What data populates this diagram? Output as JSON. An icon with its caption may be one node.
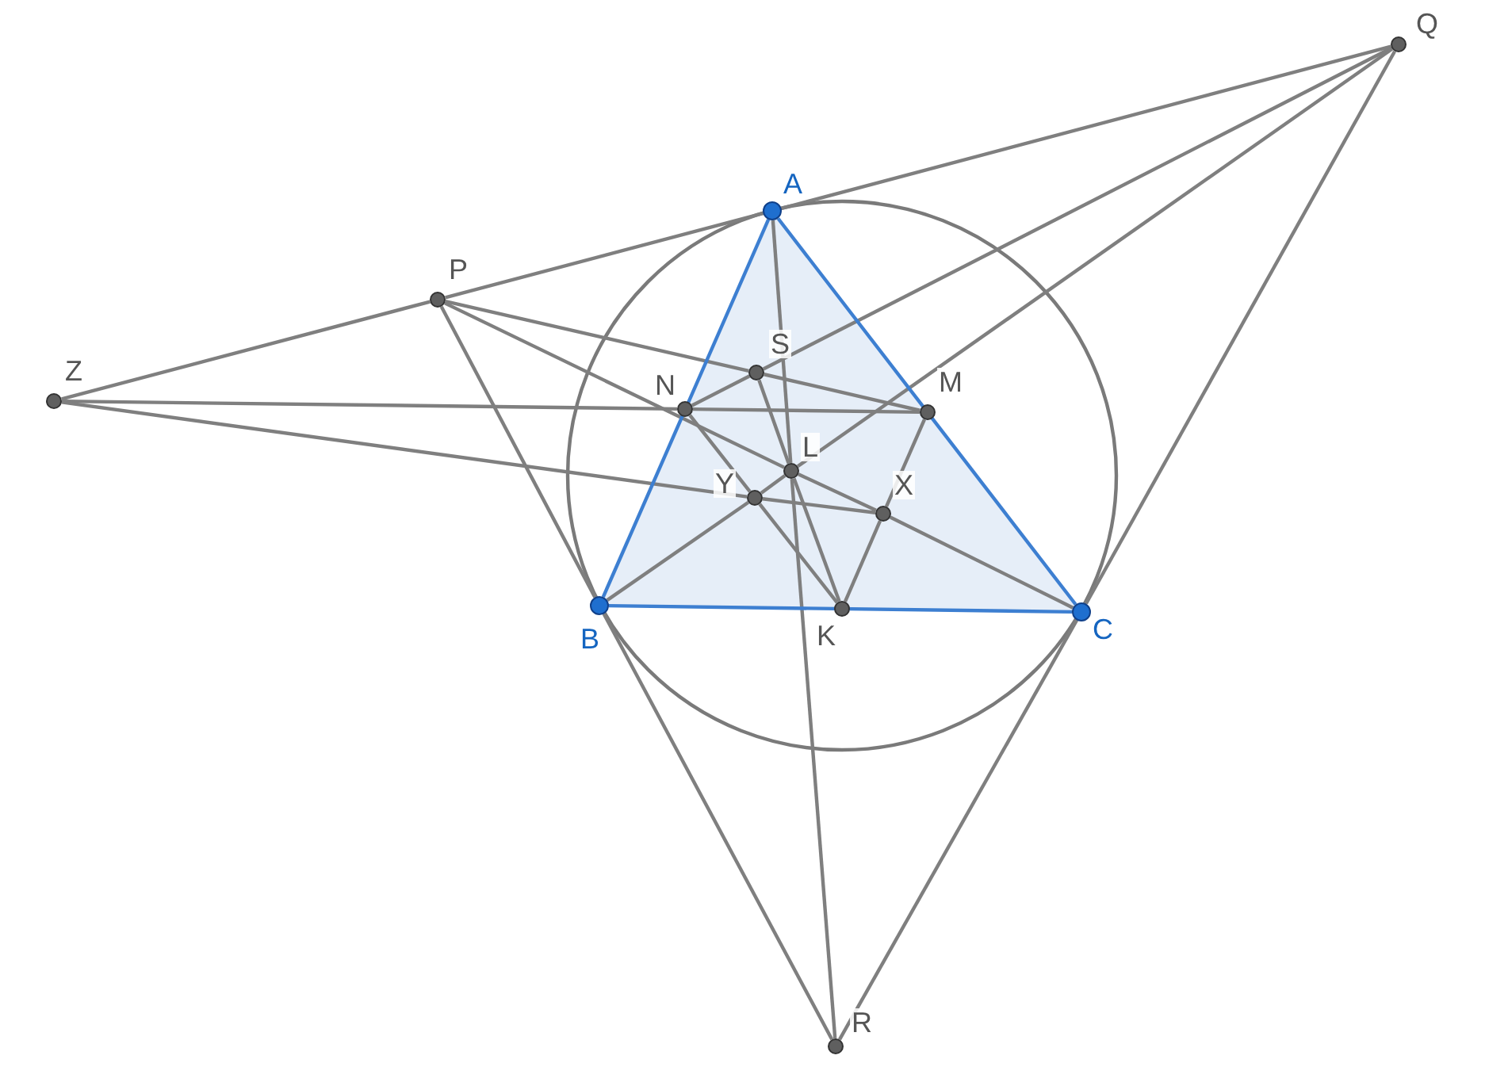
{
  "diagram": {
    "nodes": [
      {
        "text": [
          "Q"
        ]
      },
      {
        "text": [
          "A"
        ]
      },
      {
        "text": [
          "P"
        ]
      },
      {
        "text": [
          "S"
        ]
      },
      {
        "text": [
          "Z"
        ]
      },
      {
        "text": [
          "N"
        ]
      },
      {
        "text": [
          "M"
        ]
      },
      {
        "text": [
          "L"
        ]
      },
      {
        "text": [
          "X"
        ]
      },
      {
        "text": [
          "Y"
        ]
      },
      {
        "text": [
          "B"
        ]
      },
      {
        "text": [
          "K"
        ]
      },
      {
        "text": [
          "C"
        ]
      },
      {
        "text": [
          "R"
        ]
      }
    ],
    "edges": [
      {
        "from": 4,
        "to": 2,
        "arrow": "none"
      },
      {
        "from": 2,
        "to": 1,
        "arrow": "none"
      },
      {
        "from": 1,
        "to": 0,
        "arrow": "none"
      },
      {
        "from": 0,
        "to": 3,
        "arrow": "none"
      },
      {
        "from": 3,
        "to": 5,
        "arrow": "none"
      },
      {
        "from": 0,
        "to": 7,
        "arrow": "none"
      },
      {
        "from": 7,
        "to": 9,
        "arrow": "none"
      },
      {
        "from": 9,
        "to": 10,
        "arrow": "none"
      },
      {
        "from": 0,
        "to": 12,
        "arrow": "none"
      },
      {
        "from": 12,
        "to": 13,
        "arrow": "none"
      },
      {
        "from": 2,
        "to": 10,
        "arrow": "none"
      },
      {
        "from": 10,
        "to": 13,
        "arrow": "none"
      },
      {
        "from": 2,
        "to": 3,
        "arrow": "none"
      },
      {
        "from": 3,
        "to": 6,
        "arrow": "none"
      },
      {
        "from": 2,
        "to": 7,
        "arrow": "none"
      },
      {
        "from": 7,
        "to": 8,
        "arrow": "none"
      },
      {
        "from": 8,
        "to": 12,
        "arrow": "none"
      },
      {
        "from": 4,
        "to": 5,
        "arrow": "none"
      },
      {
        "from": 5,
        "to": 6,
        "arrow": "none"
      },
      {
        "from": 4,
        "to": 9,
        "arrow": "none"
      },
      {
        "from": 9,
        "to": 8,
        "arrow": "none"
      },
      {
        "from": 1,
        "to": 7,
        "arrow": "none"
      },
      {
        "from": 7,
        "to": 13,
        "arrow": "none"
      },
      {
        "from": 3,
        "to": 7,
        "arrow": "none"
      },
      {
        "from": 7,
        "to": 11,
        "arrow": "none"
      },
      {
        "from": 5,
        "to": 9,
        "arrow": "none"
      },
      {
        "from": 9,
        "to": 11,
        "arrow": "none"
      },
      {
        "from": 6,
        "to": 8,
        "arrow": "none"
      },
      {
        "from": 8,
        "to": 11,
        "arrow": "none"
      },
      {
        "from": 1,
        "to": 10,
        "arrow": "none",
        "color": "#3d7fd1"
      },
      {
        "from": 10,
        "to": 12,
        "arrow": "none",
        "color": "#3d7fd1"
      },
      {
        "from": 12,
        "to": 1,
        "arrow": "none",
        "color": "#3d7fd1"
      }
    ]
  }
}
